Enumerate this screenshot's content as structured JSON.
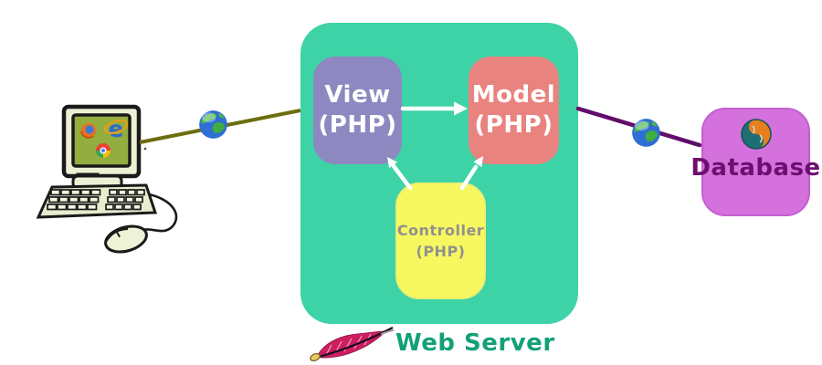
{
  "client": {
    "icon": "computer-with-browser-logos-icon"
  },
  "network": {
    "globe_icon": "internet-globe-icon",
    "client_link_color": "#6c6d0e",
    "database_link_color": "#600d6b"
  },
  "server_panel": {
    "color": "#3ed3a6",
    "view": {
      "title": "View",
      "subtitle": "(PHP)",
      "color": "#8d89c0",
      "text_color": "#ffffff"
    },
    "model": {
      "title": "Model",
      "subtitle": "(PHP)",
      "color": "#e9837f",
      "text_color": "#ffffff"
    },
    "controller": {
      "title": "Controller",
      "subtitle": "(PHP)",
      "color": "#f7f860",
      "text_color": "#909090"
    }
  },
  "database": {
    "label": "Database",
    "color": "#d571dd",
    "text_color": "#6b0f70",
    "icon": "database-logo-icon"
  },
  "caption": {
    "label": "Web Server",
    "color": "#13a077",
    "icon": "apache-feather-icon"
  },
  "connections": [
    {
      "from": "client",
      "to": "web-server",
      "style": "olive-line-with-globe"
    },
    {
      "from": "view",
      "to": "model",
      "style": "white-arrow"
    },
    {
      "from": "controller",
      "to": "view",
      "style": "white-arrow"
    },
    {
      "from": "controller",
      "to": "model",
      "style": "white-arrow"
    },
    {
      "from": "web-server",
      "to": "database",
      "style": "purple-line-with-globe"
    }
  ]
}
